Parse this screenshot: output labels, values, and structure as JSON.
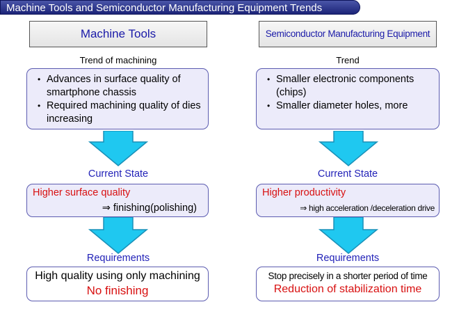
{
  "title": "Machine Tools and Semiconductor Manufacturing Equipment Trends",
  "left": {
    "header": "Machine Tools",
    "trend_label": "Trend of machining",
    "trend_items": [
      "Advances in surface quality of smartphone chassis",
      "Required machining quality of dies increasing"
    ],
    "state_label": "Current State",
    "state_main": "Higher surface quality",
    "state_detail": "⇒ finishing(polishing)",
    "req_label": "Requirements",
    "req_line1": "High quality using only machining",
    "req_line2": "No finishing"
  },
  "right": {
    "header": "Semiconductor Manufacturing Equipment",
    "trend_label": "Trend",
    "trend_items": [
      "Smaller electronic components (chips)",
      "Smaller diameter holes, more"
    ],
    "state_label": "Current State",
    "state_main": "Higher productivity",
    "state_detail": "⇒ high acceleration /deceleration drive",
    "req_label": "Requirements",
    "req_line1": "Stop precisely in a shorter period of time",
    "req_line2": "Reduction of stabilization time"
  },
  "colors": {
    "title_bg": "#1c2478",
    "header_text": "#1a1aa8",
    "box_fill": "#ecebfa",
    "box_border": "#5b5bb0",
    "arrow_fill": "#1fc8f0",
    "emphasis_red": "#d81010",
    "label_blue": "#2222b8"
  }
}
